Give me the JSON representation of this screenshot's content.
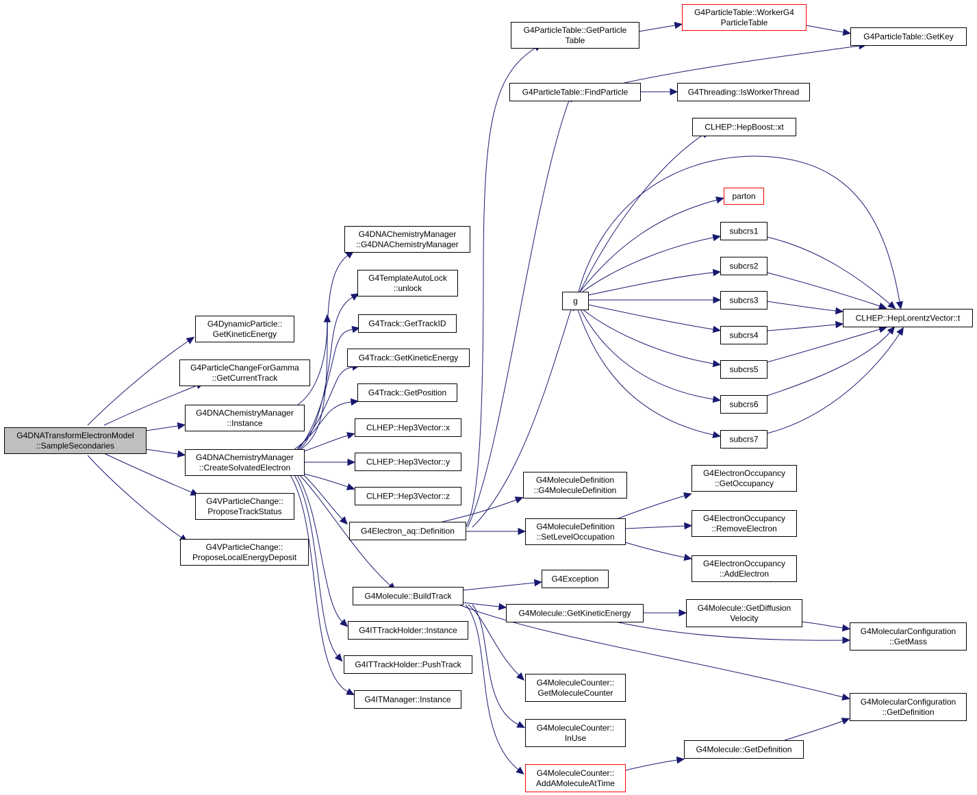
{
  "colors": {
    "edge": "#191970",
    "root_fill": "#bfbfbf",
    "node_border": "#000000",
    "highlight_border": "#ff0000"
  },
  "nodes": {
    "root": [
      "G4DNATransformElectronModel",
      "::SampleSecondaries"
    ],
    "dyn_kin": [
      "G4DynamicParticle::",
      "GetKineticEnergy"
    ],
    "pcfg_track": [
      "G4ParticleChangeForGamma",
      "::GetCurrentTrack"
    ],
    "chem_instance": [
      "G4DNAChemistryManager",
      "::Instance"
    ],
    "chem_create": [
      "G4DNAChemistryManager",
      "::CreateSolvatedElectron"
    ],
    "vpc_status": [
      "G4VParticleChange::",
      "ProposeTrackStatus"
    ],
    "vpc_deposit": [
      "G4VParticleChange::",
      "ProposeLocalEnergyDeposit"
    ],
    "chem_ctor": [
      "G4DNAChemistryManager",
      "::G4DNAChemistryManager"
    ],
    "autolock": [
      "G4TemplateAutoLock",
      "::unlock"
    ],
    "track_id": [
      "G4Track::GetTrackID"
    ],
    "track_kin": [
      "G4Track::GetKineticEnergy"
    ],
    "track_pos": [
      "G4Track::GetPosition"
    ],
    "hep3_x": [
      "CLHEP::Hep3Vector::x"
    ],
    "hep3_y": [
      "CLHEP::Hep3Vector::y"
    ],
    "hep3_z": [
      "CLHEP::Hep3Vector::z"
    ],
    "eaq_def": [
      "G4Electron_aq::Definition"
    ],
    "mol_build": [
      "G4Molecule::BuildTrack"
    ],
    "ittrack_instance": [
      "G4ITTrackHolder::Instance"
    ],
    "ittrack_push": [
      "G4ITTrackHolder::PushTrack"
    ],
    "itmanager": [
      "G4ITManager::Instance"
    ],
    "pt_gettable": [
      "G4ParticleTable::GetParticle",
      "Table"
    ],
    "pt_worker": [
      "G4ParticleTable::WorkerG4",
      "ParticleTable"
    ],
    "pt_getkey": [
      "G4ParticleTable::GetKey"
    ],
    "pt_find": [
      "G4ParticleTable::FindParticle"
    ],
    "threading": [
      "G4Threading::IsWorkerThread"
    ],
    "hepboost": [
      "CLHEP::HepBoost::xt"
    ],
    "parton": [
      "parton"
    ],
    "g": [
      "g"
    ],
    "subcrs1": [
      "subcrs1"
    ],
    "subcrs2": [
      "subcrs2"
    ],
    "subcrs3": [
      "subcrs3"
    ],
    "subcrs4": [
      "subcrs4"
    ],
    "subcrs5": [
      "subcrs5"
    ],
    "subcrs6": [
      "subcrs6"
    ],
    "subcrs7": [
      "subcrs7"
    ],
    "lorentz_t": [
      "CLHEP::HepLorentzVector::t"
    ],
    "moldef_ctor": [
      "G4MoleculeDefinition",
      "::G4MoleculeDefinition"
    ],
    "moldef_setlevel": [
      "G4MoleculeDefinition",
      "::SetLevelOccupation"
    ],
    "eocc_get": [
      "G4ElectronOccupancy",
      "::GetOccupancy"
    ],
    "eocc_remove": [
      "G4ElectronOccupancy",
      "::RemoveElectron"
    ],
    "eocc_add": [
      "G4ElectronOccupancy",
      "::AddElectron"
    ],
    "exception": [
      "G4Exception"
    ],
    "mol_kin": [
      "G4Molecule::GetKineticEnergy"
    ],
    "mol_diff": [
      "G4Molecule::GetDiffusion",
      "Velocity"
    ],
    "molconf_mass": [
      "G4MolecularConfiguration",
      "::GetMass"
    ],
    "molcount_get": [
      "G4MoleculeCounter::",
      "GetMoleculeCounter"
    ],
    "molcount_inuse": [
      "G4MoleculeCounter::",
      "InUse"
    ],
    "molcount_add": [
      "G4MoleculeCounter::",
      "AddAMoleculeAtTime"
    ],
    "mol_getdef": [
      "G4Molecule::GetDefinition"
    ],
    "molconf_def": [
      "G4MolecularConfiguration",
      "::GetDefinition"
    ]
  }
}
